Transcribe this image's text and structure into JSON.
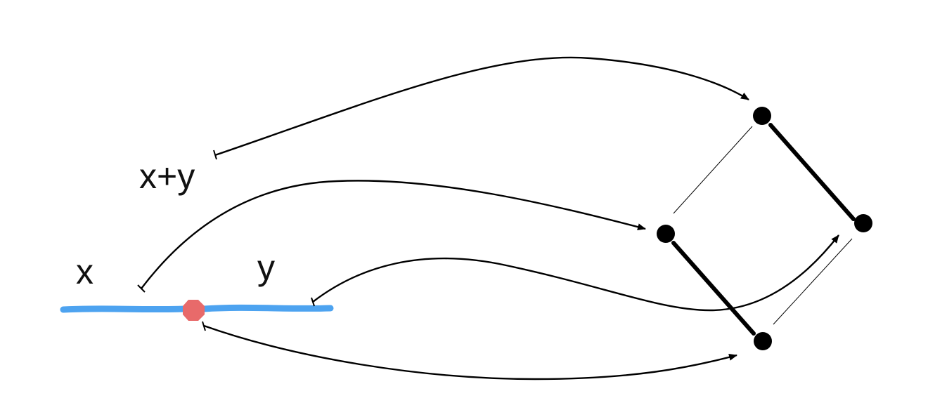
{
  "labels": {
    "x": "x",
    "y": "y",
    "x_plus_y": "x+y"
  },
  "colors": {
    "segment": "#4da3f0",
    "midpoint": "#e86a6a",
    "ink": "#000000"
  },
  "lattice": {
    "nodes": [
      "top",
      "left",
      "right",
      "bottom"
    ],
    "thick_edges": [
      "top-right",
      "left-bottom"
    ],
    "thin_edges": [
      "top-left",
      "right-bottom"
    ]
  },
  "maps": [
    {
      "from": "x+y",
      "to": "top"
    },
    {
      "from": "x",
      "to": "left"
    },
    {
      "from": "y",
      "to": "right"
    },
    {
      "from": "midpoint",
      "to": "bottom"
    }
  ]
}
